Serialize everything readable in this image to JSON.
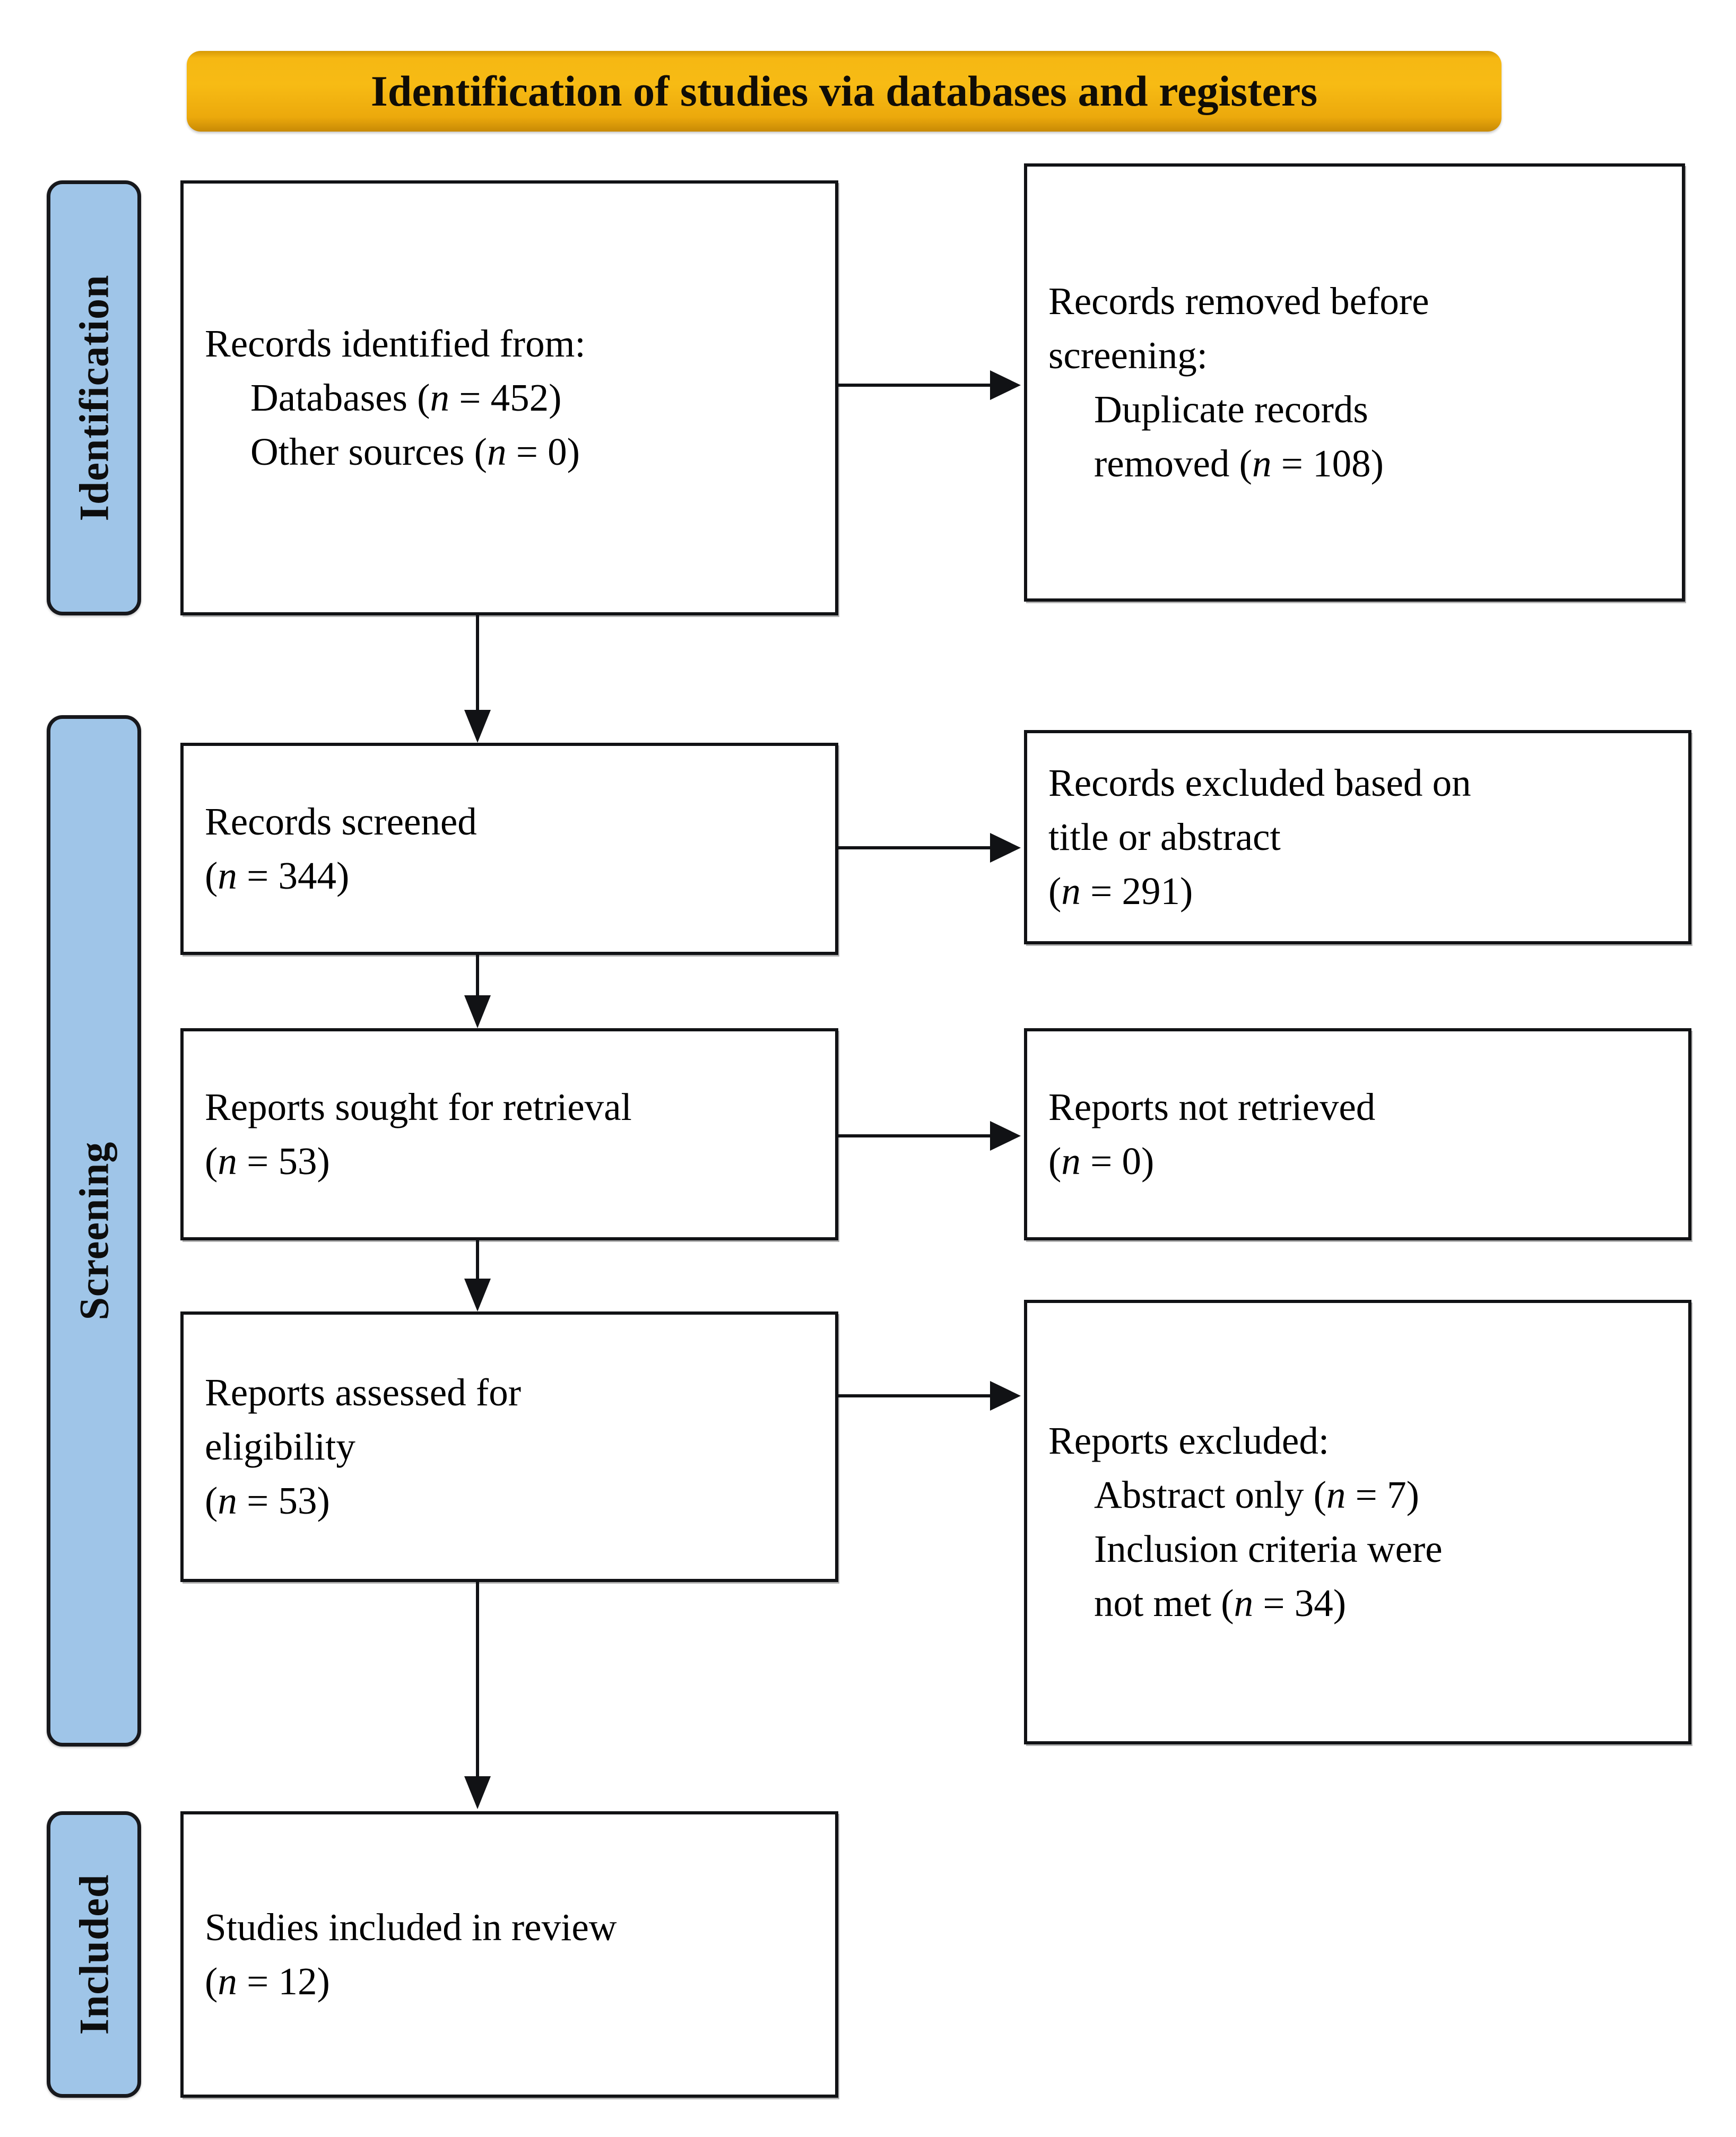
{
  "diagram": {
    "title": "Identification of studies via databases and registers",
    "phases": [
      {
        "id": "identification",
        "label": "Identification"
      },
      {
        "id": "screening",
        "label": "Screening"
      },
      {
        "id": "included",
        "label": "Included"
      }
    ],
    "boxes": {
      "identified": {
        "lines": [
          "Records identified from:",
          "Databases (",
          "Other sources ("
        ],
        "l1": "Records identified from:",
        "l2_pre": "Databases (",
        "l2_n": "n",
        "l2_post": " = 452)",
        "l3_pre": "Other sources (",
        "l3_n": "n",
        "l3_post": " = 0)"
      },
      "removed": {
        "l1": "Records removed before",
        "l2": "screening:",
        "l3": "Duplicate records",
        "l4_pre": "removed  (",
        "l4_n": "n",
        "l4_post": " = 108)"
      },
      "screened": {
        "l1": "Records screened",
        "l2_pre": "(",
        "l2_n": "n",
        "l2_post": " = 344)"
      },
      "excluded_title_abstract": {
        "l1": "Records excluded based on",
        "l2": "title or abstract",
        "l3_pre": "(",
        "l3_n": "n",
        "l3_post": " = 291)"
      },
      "sought": {
        "l1": "Reports sought for retrieval",
        "l2_pre": "(",
        "l2_n": "n",
        "l2_post": " = 53)"
      },
      "not_retrieved": {
        "l1": "Reports not retrieved",
        "l2_pre": "(",
        "l2_n": "n",
        "l2_post": " = 0)"
      },
      "assessed": {
        "l1": "Reports assessed for",
        "l2": "eligibility",
        "l3_pre": "(",
        "l3_n": "n",
        "l3_post": " = 53)"
      },
      "reports_excluded": {
        "l1": "Reports excluded:",
        "l2_pre": "Abstract only (",
        "l2_n": "n",
        "l2_post": " = 7)",
        "l3": "Inclusion criteria were",
        "l4_pre": "not met (",
        "l4_n": "n",
        "l4_post": " = 34)"
      },
      "studies_included": {
        "l1": "Studies included in review",
        "l2_pre": "(",
        "l2_n": "n",
        "l2_post": " = 12)"
      }
    },
    "counts": {
      "databases": 452,
      "other_sources": 0,
      "duplicates_removed": 108,
      "records_screened": 344,
      "records_excluded_title_abstract": 291,
      "reports_sought": 53,
      "reports_not_retrieved": 0,
      "reports_assessed": 53,
      "abstract_only_excluded": 7,
      "inclusion_criteria_not_met": 34,
      "studies_included": 12
    },
    "colors": {
      "banner": "#f6b813",
      "phase_bar": "#9fc5e8",
      "stroke": "#111215",
      "background": "#ffffff"
    }
  }
}
